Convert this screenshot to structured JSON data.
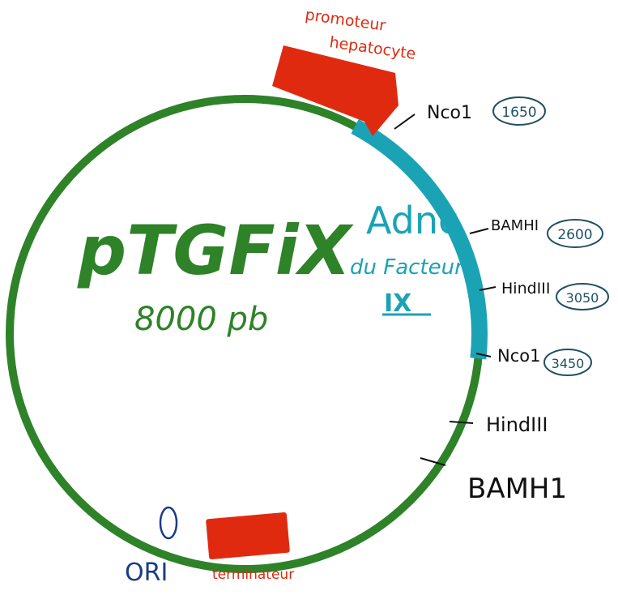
{
  "plasmid": {
    "name": "pTGFiX",
    "size": "8000 pb",
    "colors": {
      "backbone": "#2e8228",
      "insert": "#1aa3b5",
      "element": "#e02a10",
      "site_label": "#111111",
      "position_circle": "#1f4f63",
      "ori": "#1a3b86"
    }
  },
  "features": {
    "promoter_label_line1": "promoteur",
    "promoter_label_line2": "hepatocyte",
    "insert_label_line1": "Adnc",
    "insert_label_line2": "du Facteur",
    "insert_label_line3": "IX",
    "terminator_label": "terminateur",
    "ori_label": "ORI"
  },
  "restriction_sites": [
    {
      "name": "Nco1",
      "position": "1650"
    },
    {
      "name": "BAMHI",
      "position": "2600"
    },
    {
      "name": "HindIII",
      "position": "3050"
    },
    {
      "name": "Nco1",
      "position": "3450"
    },
    {
      "name": "HindIII",
      "position": ""
    },
    {
      "name": "BAMH1",
      "position": ""
    }
  ]
}
